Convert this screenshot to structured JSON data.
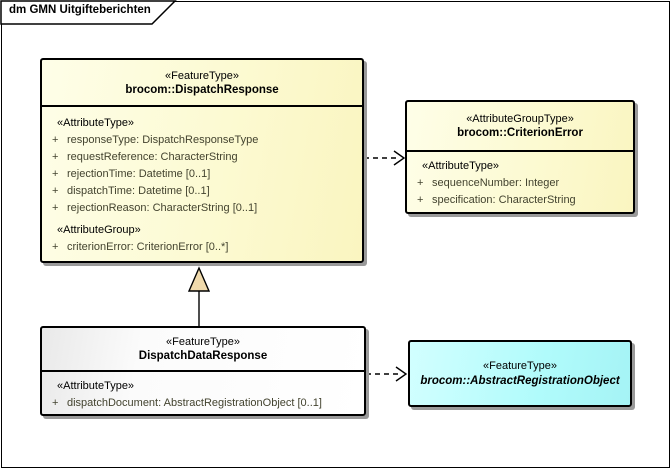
{
  "frame": {
    "title": "dm GMN Uitgifteberichten"
  },
  "classes": {
    "dispatchResponse": {
      "stereotype": "«FeatureType»",
      "name": "brocom::DispatchResponse",
      "attrSection": {
        "stereotype": "«AttributeType»",
        "attrs": [
          {
            "vis": "+",
            "text": "responseType: DispatchResponseType"
          },
          {
            "vis": "+",
            "text": "requestReference: CharacterString"
          },
          {
            "vis": "+",
            "text": "rejectionTime: Datetime [0..1]"
          },
          {
            "vis": "+",
            "text": "dispatchTime: Datetime [0..1]"
          },
          {
            "vis": "+",
            "text": "rejectionReason: CharacterString [0..1]"
          }
        ]
      },
      "groupSection": {
        "stereotype": "«AttributeGroup»",
        "attrs": [
          {
            "vis": "+",
            "text": "criterionError: CriterionError [0..*]"
          }
        ]
      }
    },
    "criterionError": {
      "stereotype": "«AttributeGroupType»",
      "name": "brocom::CriterionError",
      "attrSection": {
        "stereotype": "«AttributeType»",
        "attrs": [
          {
            "vis": "+",
            "text": "sequenceNumber: Integer"
          },
          {
            "vis": "+",
            "text": "specification: CharacterString"
          }
        ]
      }
    },
    "dispatchDataResponse": {
      "stereotype": "«FeatureType»",
      "name": "DispatchDataResponse",
      "attrSection": {
        "stereotype": "«AttributeType»",
        "attrs": [
          {
            "vis": "+",
            "text": "dispatchDocument: AbstractRegistrationObject [0..1]"
          }
        ]
      }
    },
    "abstractRegistrationObject": {
      "stereotype": "«FeatureType»",
      "name": "brocom::AbstractRegistrationObject"
    }
  },
  "connectors": {
    "dependency1": "dashed-open-arrow",
    "dependency2": "dashed-open-arrow",
    "generalization": "solid-triangle-arrow"
  },
  "colors": {
    "classFillYellow": "#fcfad2",
    "classFillCyan": "#b0fbfb",
    "classFillGray": "#f4f4f4",
    "boxBorder": "#000000",
    "shadow": "#9a9a9a",
    "generalizationTriangleFill": "#f0daac",
    "attributeText": "#43432f"
  }
}
